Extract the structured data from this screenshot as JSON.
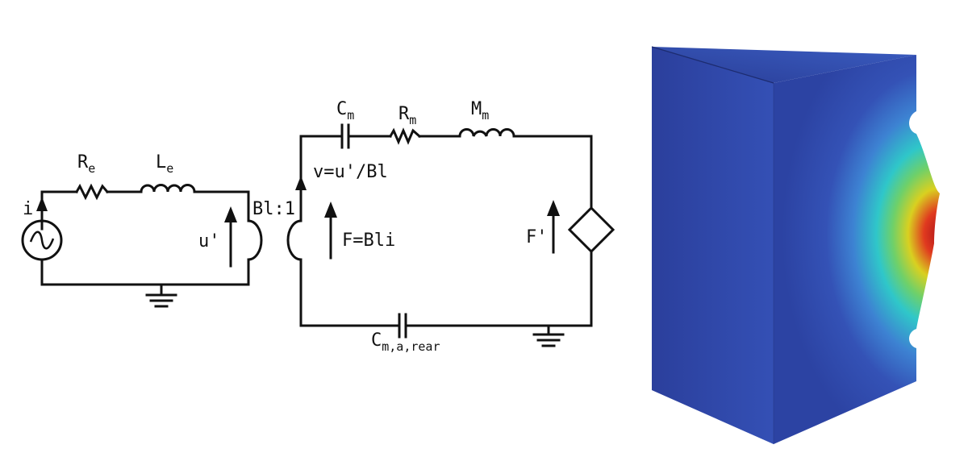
{
  "electrical": {
    "source_current": "i",
    "resistor": {
      "base": "R",
      "sub": "e"
    },
    "inductor": {
      "base": "L",
      "sub": "e"
    },
    "voltage": "u'"
  },
  "transformer": {
    "ratio": "Bl:1"
  },
  "mechanical": {
    "capacitor": {
      "base": "C",
      "sub": "m"
    },
    "resistor": {
      "base": "R",
      "sub": "m"
    },
    "inductor": {
      "base": "M",
      "sub": "m"
    },
    "velocity": "v=u'/Bl",
    "force": "F=Bli",
    "dependent_source": "F'",
    "rear_capacitor": {
      "base": "C",
      "sub": "m,a,rear"
    }
  },
  "colors": {
    "wire": "#111111",
    "block_blue": "#2d47a8",
    "field_red": "#b0151a",
    "field_yellow": "#d9d020",
    "field_cyan": "#2fc7c9"
  },
  "icons": {
    "ac_source": "sine-wave-icon",
    "ground": "ground-icon",
    "dependent_source": "diamond-source-icon"
  }
}
